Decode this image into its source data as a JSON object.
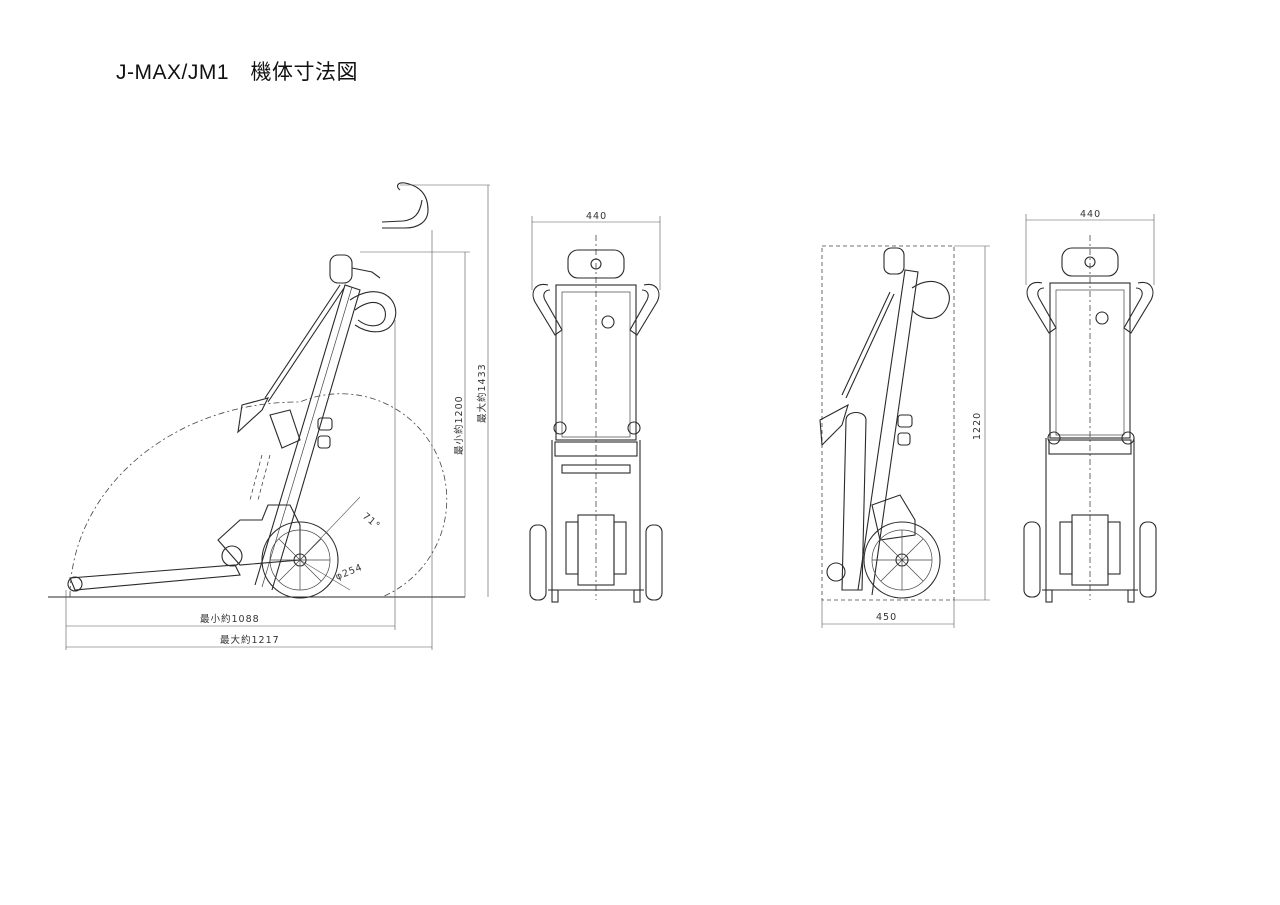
{
  "title": "J-MAX/JM1　機体寸法図",
  "side_view": {
    "dim_min_length": "最小約1088",
    "dim_max_length": "最大約1217",
    "dim_min_height": "最小約1200",
    "dim_max_height": "最大約1433",
    "angle": "71°",
    "wheel_diameter": "φ254"
  },
  "front_view": {
    "width": "440"
  },
  "folded_side_view": {
    "height": "1220",
    "width": "450"
  },
  "folded_front_view": {
    "width": "440"
  }
}
